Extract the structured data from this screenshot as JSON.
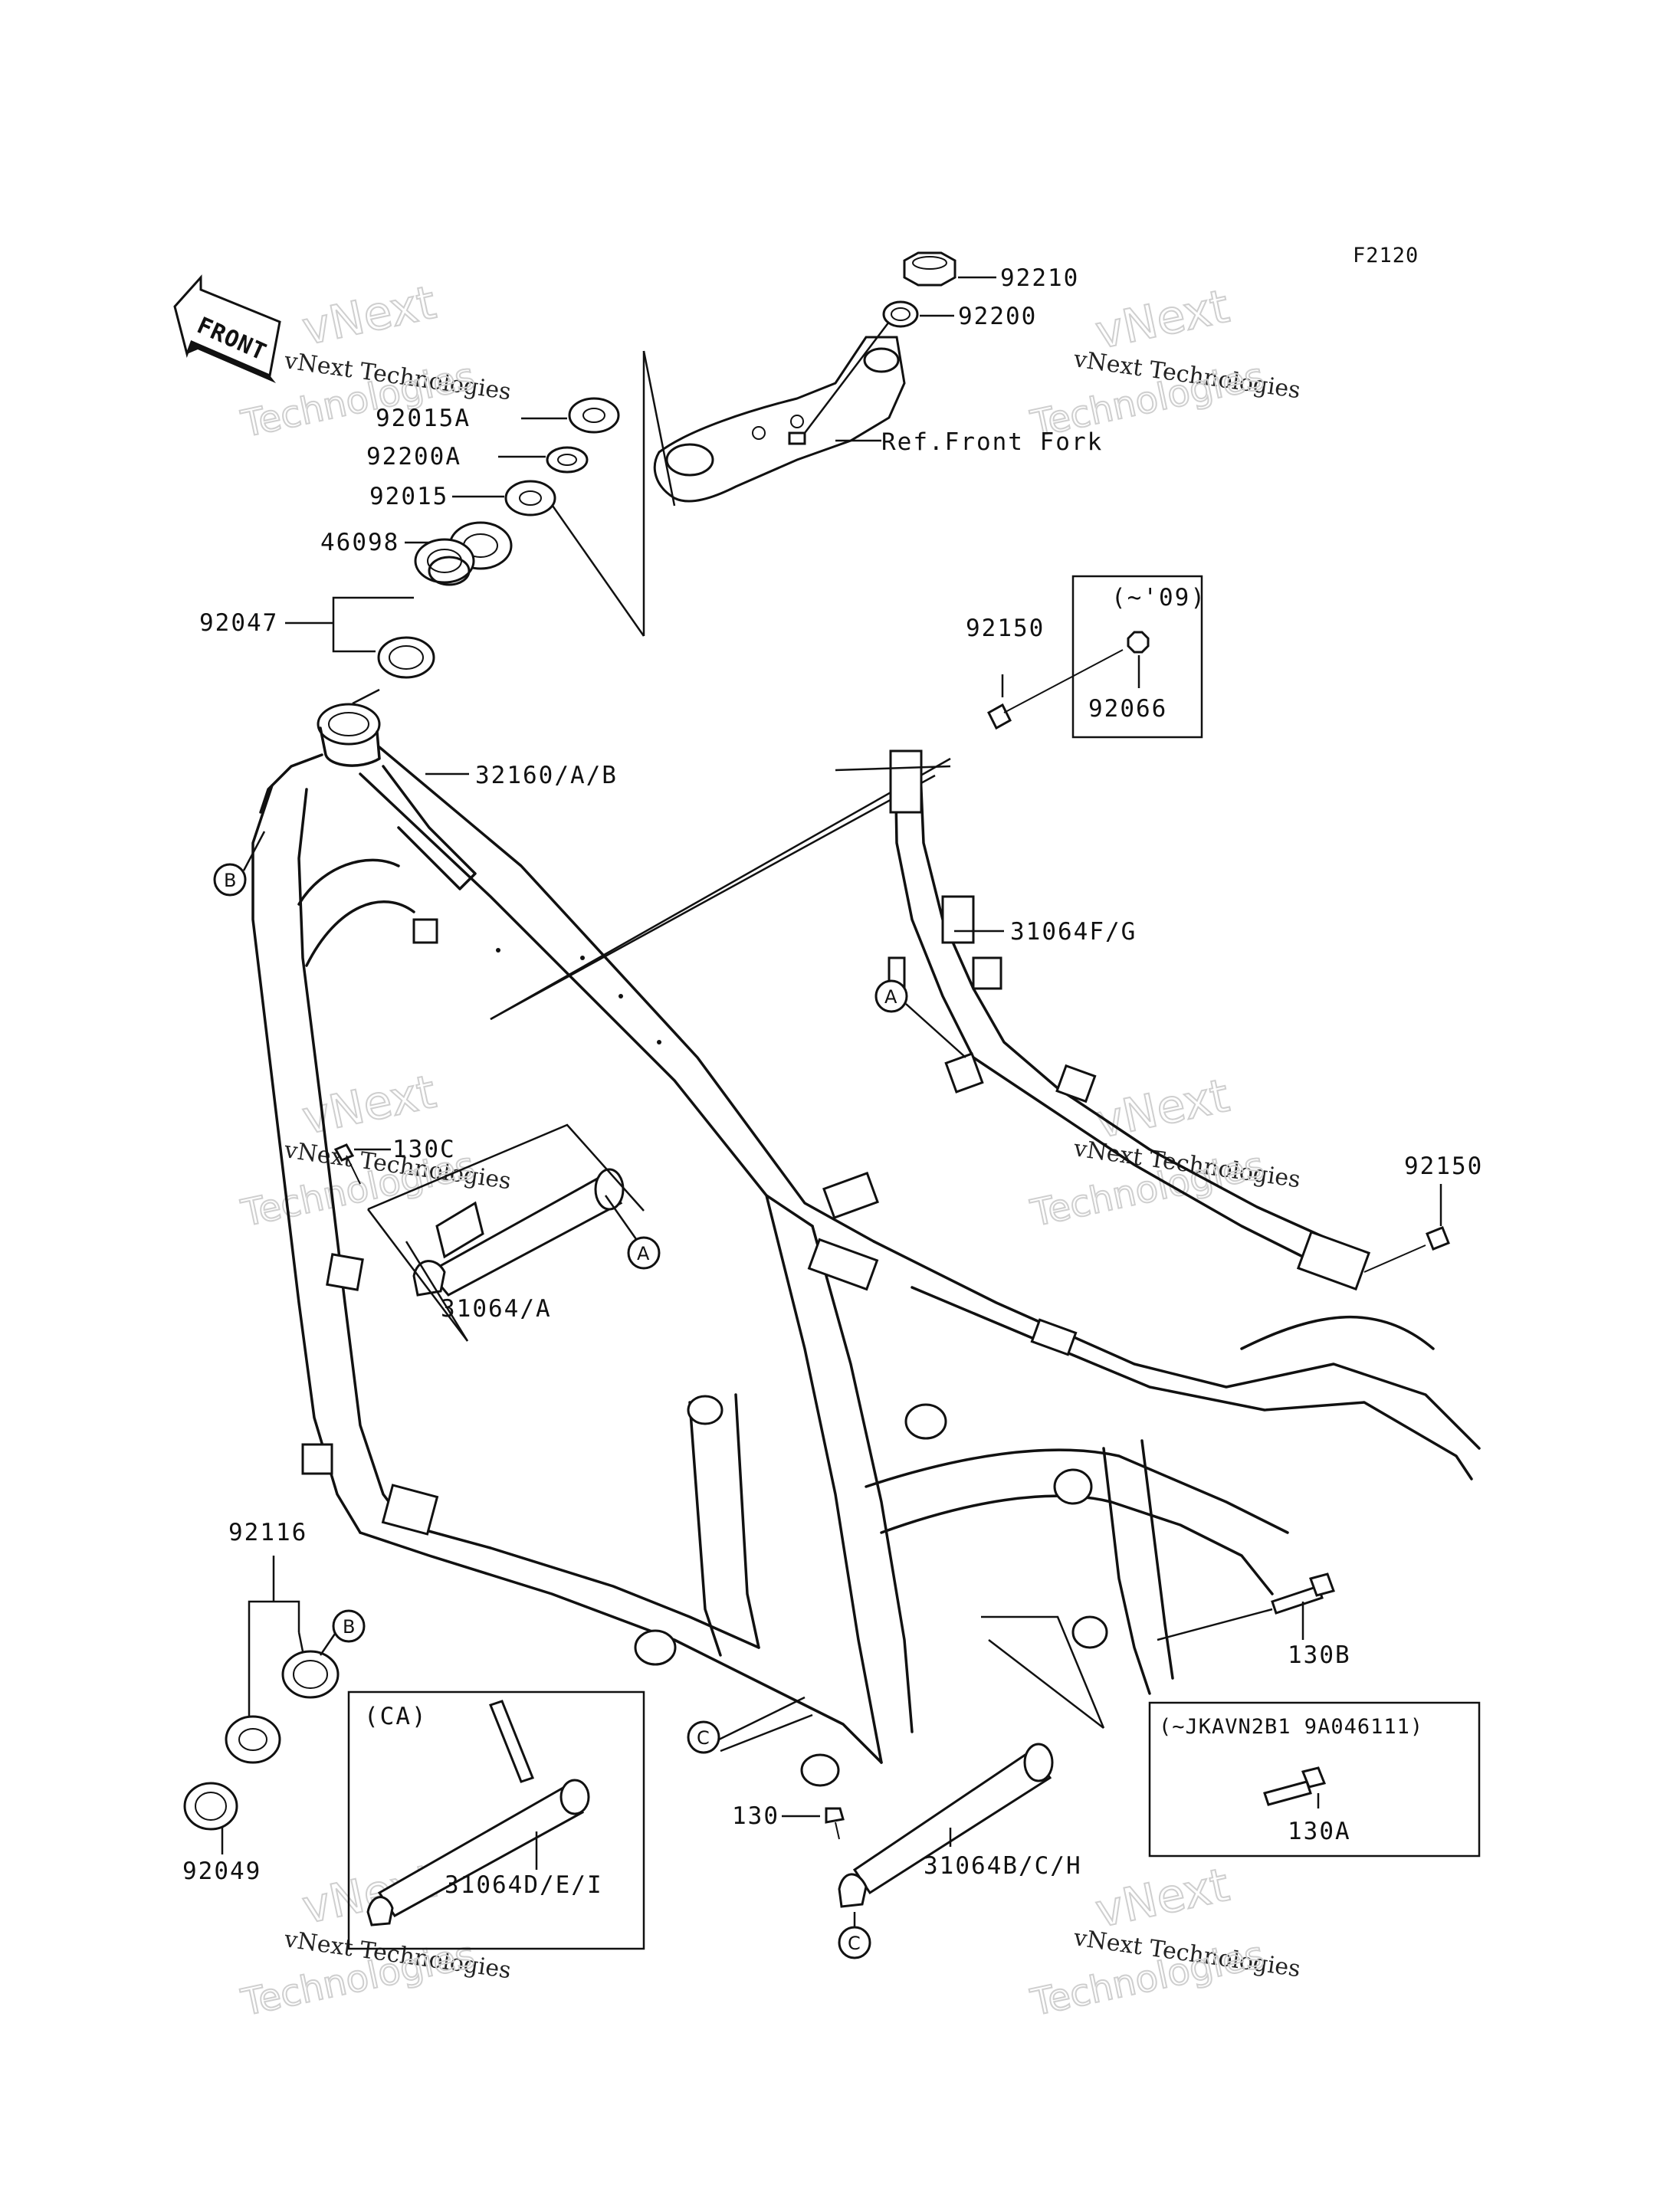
{
  "figure_id": "F2120",
  "front_arrow_label": "FRONT",
  "watermark": {
    "line1": "vNext",
    "line2": "vNext Technologies",
    "line3": "Technologies"
  },
  "parts": {
    "p92210": "92210",
    "p92200": "92200",
    "p92015A": "92015A",
    "p92200A": "92200A",
    "p92015": "92015",
    "p46098": "46098",
    "p92047": "92047",
    "ref_front_fork": "Ref.Front Fork",
    "p92150_top": "92150",
    "p92066": "92066",
    "p32160": "32160/A/B",
    "p31064FG": "31064F/G",
    "p130C": "130C",
    "p31064A": "31064/A",
    "p92150_right": "92150",
    "p92116": "92116",
    "p92049": "92049",
    "p130B": "130B",
    "p130": "130",
    "p31064BCH": "31064B/C/H",
    "p31064DEI": "31064D/E/I",
    "p130A": "130A"
  },
  "boxes": {
    "box_09": "(~'09)",
    "box_ca": "(CA)",
    "box_jkavn": "(~JKAVN2B1 9A046111)"
  },
  "callouts": {
    "a": "A",
    "b": "B",
    "c": "C"
  }
}
